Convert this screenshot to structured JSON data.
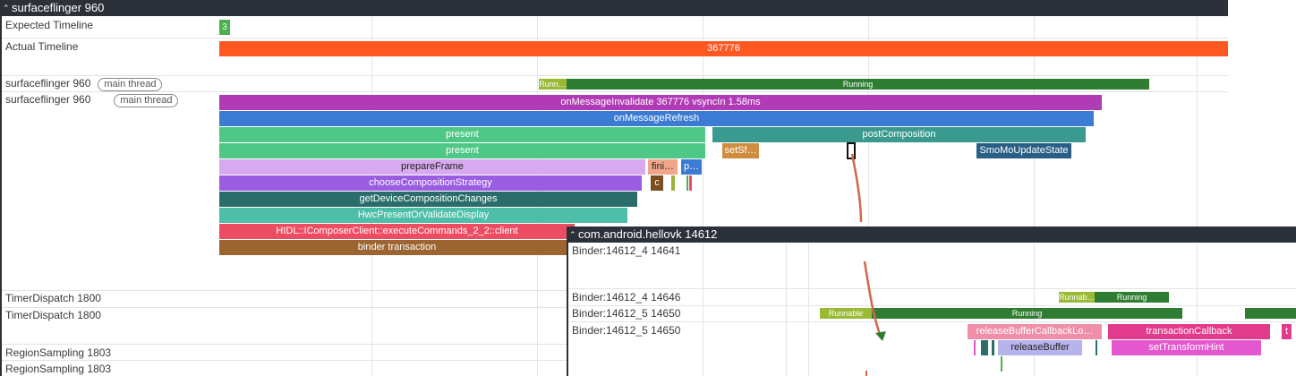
{
  "surfaceflinger": {
    "header": "surfaceflinger 960",
    "expected_label": "Expected Timeline",
    "expected_badge": "3",
    "actual_label": "Actual Timeline",
    "actual_value": "367776",
    "thread_row": {
      "label": "surfaceflinger 960",
      "tag": "main thread",
      "runnable": "Runn…",
      "running": "Running"
    },
    "slice_row": {
      "label": "surfaceflinger 960",
      "tag": "main thread"
    },
    "slices": {
      "on_message_invalidate": "onMessageInvalidate 367776 vsyncIn 1.58ms",
      "on_message_refresh": "onMessageRefresh",
      "present_1": "present",
      "post_composition": "postComposition",
      "present_2": "present",
      "set_sf": "setSf…",
      "smo_update": "SmoMoUpdateState",
      "prepare_frame": "prepareFrame",
      "fini": "fini…",
      "p_short": "p…",
      "choose_strategy": "chooseCompositionStrategy",
      "c_short": "c",
      "get_device_changes": "getDeviceCompositionChanges",
      "hwc_present": "HwcPresentOrValidateDisplay",
      "hidl_execute": "HIDL::IComposerClient::executeCommands_2_2::client",
      "binder_transaction": "binder transaction"
    },
    "timer_1": "TimerDispatch 1800",
    "timer_2": "TimerDispatch 1800",
    "region_1": "RegionSampling 1803",
    "region_2": "RegionSampling 1803"
  },
  "hellovk": {
    "header": "com.android.hellovk 14612",
    "binder_4_a": "Binder:14612_4 14641",
    "binder_4_b": "Binder:14612_4 14646",
    "binder_4_b_runnable": "Runnab…",
    "binder_4_b_running": "Running",
    "binder_5_a": "Binder:14612_5 14650",
    "binder_5_a_runnable": "Runnable",
    "binder_5_a_running": "Running",
    "binder_5_b": "Binder:14612_5 14650",
    "slices": {
      "release_buffer_callback": "releaseBufferCallbackLo…",
      "transaction_callback": "transactionCallback",
      "t_short": "t",
      "release_buffer": "releaseBuffer",
      "set_transform_hint": "setTransformHint"
    }
  },
  "colors": {
    "header_bg": "#2c3139",
    "actual_timeline": "#ff5722",
    "expected_badge": "#4caf50",
    "running": "#2e7d32",
    "runnable": "#99ba34",
    "on_message_invalidate": "#b13ab6",
    "on_message_refresh": "#3b7bd3",
    "present": "#4fc887",
    "post_composition": "#3a9a8f",
    "smo_update": "#2a5f85",
    "prepare_frame": "#d7a9ee",
    "choose_strategy": "#9a5ce0",
    "get_device_changes": "#2b6d6b",
    "hwc_present": "#4ebea8",
    "hidl_execute": "#ec4d62",
    "binder_transaction": "#9b6430",
    "release_buffer_callback": "#f08fa9",
    "transaction_callback": "#e33b8c",
    "release_buffer": "#b7b4ec",
    "set_transform_hint": "#e458cf",
    "flow_arrow": "#d4664a"
  },
  "icons": {
    "collapse": "chevron-up-icon",
    "flow": "flow-arrow-icon"
  }
}
